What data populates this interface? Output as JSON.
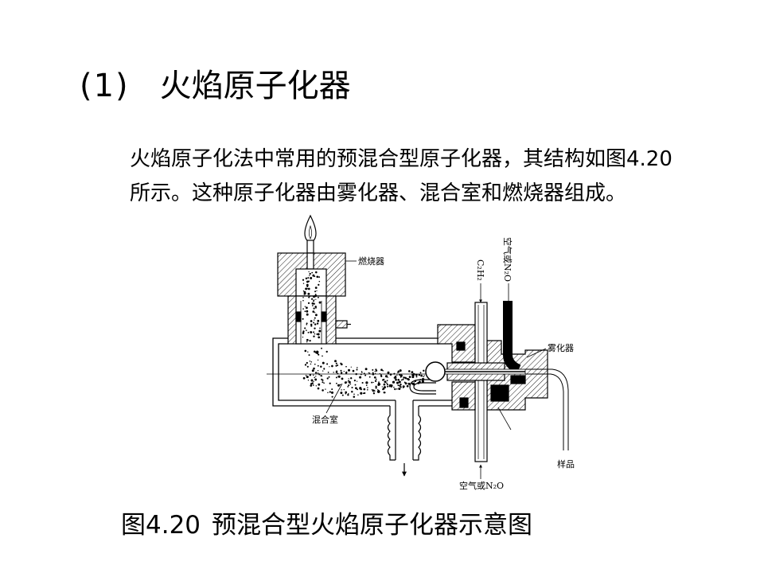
{
  "slide": {
    "title": {
      "number": "(1)",
      "text": "火焰原子化器"
    },
    "body": {
      "lines": [
        "火焰原子化法中常用的预混合型原子化器，其结构如图4.20",
        "所示。这种原子化器由雾化器、混合室和燃烧器组成。"
      ]
    },
    "caption": {
      "number": "图4.20",
      "text": "预混合型火焰原子化器示意图"
    }
  },
  "diagram": {
    "labels": {
      "burner": "燃烧器",
      "fuel_inlet": "C₂H₂",
      "oxidant_inlet_top": "空气或N₂O",
      "nebulizer": "雾化器",
      "mixing_chamber": "混合室",
      "sample": "样品",
      "oxidant_inlet_bottom": "空气或N₂O"
    }
  },
  "colors": {
    "background": "#ffffff",
    "ink": "#000000"
  }
}
